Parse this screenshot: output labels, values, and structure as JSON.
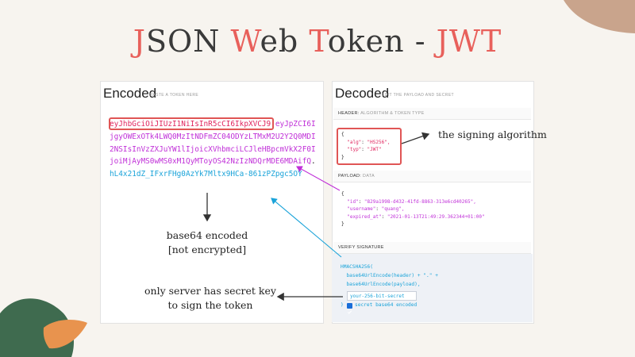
{
  "title": {
    "p1": "J",
    "p2": "SON ",
    "p3": "W",
    "p4": "eb ",
    "p5": "T",
    "p6": "oken - ",
    "p7": "JWT"
  },
  "encoded": {
    "heading": "Encoded",
    "sub": "PASTE A TOKEN HERE",
    "token_header": "eyJhbGciOiJIUzI1NiIsInR5cCI6IkpXVCJ9",
    "dot1": ".",
    "token_payload": "eyJpZCI6IjgyOWExOTk4LWQ0MzItNDFmZC04ODYzLTMxM2U2Y2Q0MDI2NSIsInVzZXJuYW1lIjoicXVhbmciLCJleHBpcmVkX2F0IjoiMjAyMS0wMS0xM1QyMToyOS42NzIzNDQrMDE6MDAifQ",
    "dot2": ".",
    "token_signature": "hL4x21dZ_IFxrFHg0AzYk7Mltx9HCa-861zPZpgc5OY"
  },
  "decoded": {
    "heading": "Decoded",
    "sub": "EDIT THE PAYLOAD AND SECRET",
    "header_label": "HEADER:",
    "header_label_light": " ALGORITHM & TOKEN TYPE",
    "header_alg_key": "\"alg\"",
    "header_alg_val": "\"HS256\",",
    "header_typ_key": "\"typ\"",
    "header_typ_val": "\"JWT\"",
    "payload_label": "PAYLOAD:",
    "payload_label_light": " DATA",
    "payload_id_key": "\"id\"",
    "payload_id_val": "\"829a1998-d432-41fd-8863-313e6cd40265\",",
    "payload_user_key": "\"username\"",
    "payload_user_val": "\"quang\",",
    "payload_exp_key": "\"expired_at\"",
    "payload_exp_val": "\"2021-01-13T21:49:29.362344+01:00\"",
    "verify_label": "VERIFY SIGNATURE",
    "verify_line1": "HMACSHA256(",
    "verify_line2": "  base64UrlEncode(header) + \".\" +",
    "verify_line3": "  base64UrlEncode(payload),",
    "secret_value": "your-256-bit-secret",
    "close": ")",
    "checkbox_label": "secret base64 encoded"
  },
  "annotations": {
    "signing": "the signing algorithm",
    "b64_line1": "base64 encoded",
    "b64_line2": "[not encrypted]",
    "server_line1": "only server has secret key",
    "server_line2": "to sign the token"
  },
  "colors": {
    "accent": "#e8605b",
    "header_red": "#e0245e",
    "payload_purple": "#c030d8",
    "signature_blue": "#1aa3d9"
  }
}
